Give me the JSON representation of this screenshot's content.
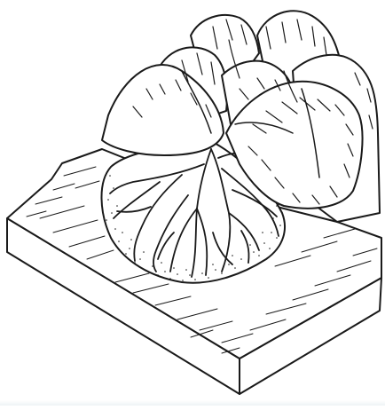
{
  "diagram": {
    "type": "block-diagram",
    "colors": {
      "ink": "#1a1a1a",
      "paper": "#ffffff"
    },
    "parts": [
      "mountain-range",
      "alluvial-fan",
      "distributary-channels",
      "valley-floor",
      "block-base"
    ]
  }
}
